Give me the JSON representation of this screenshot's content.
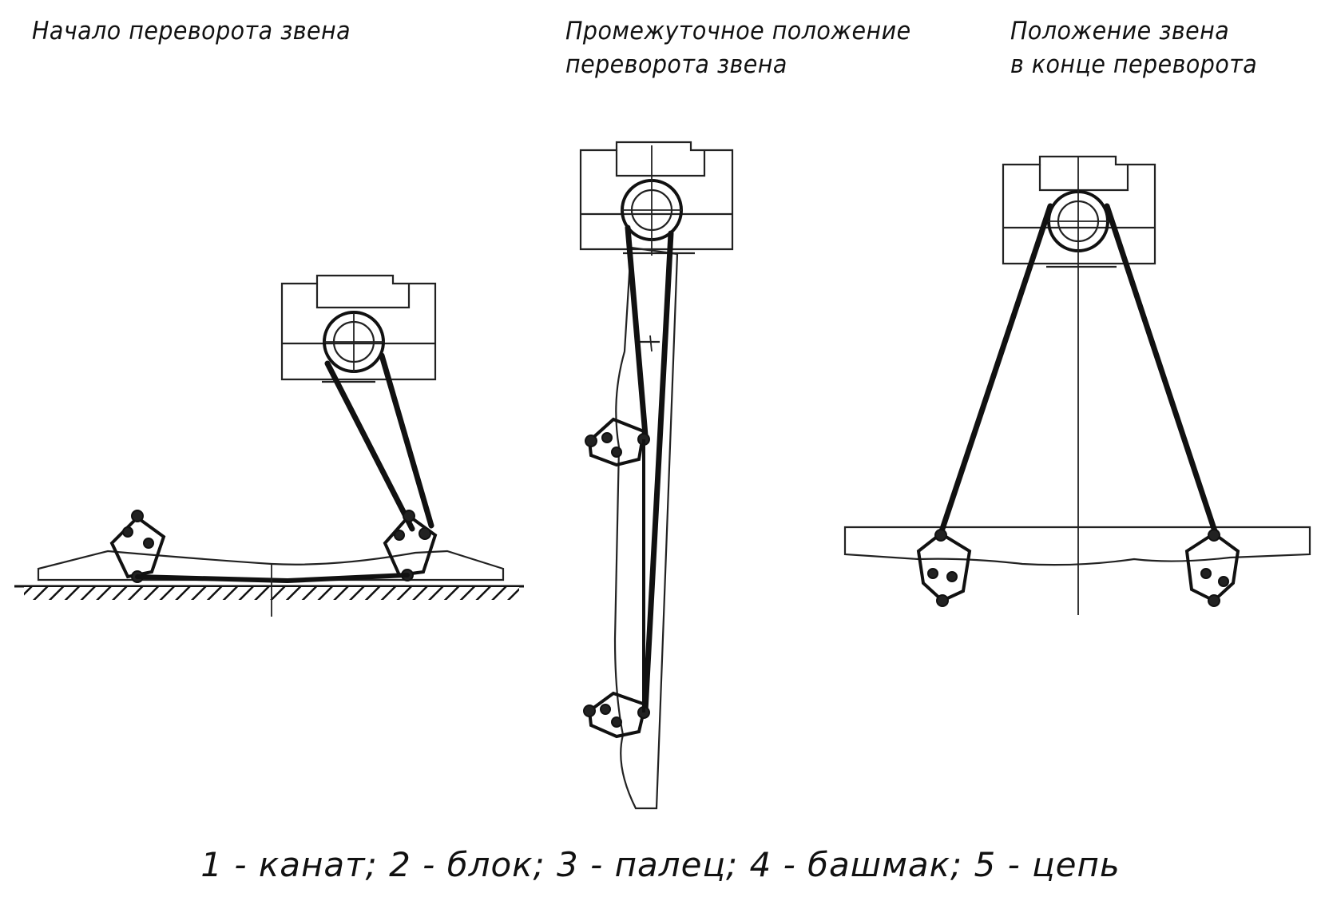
{
  "captions": {
    "start": "Начало переворота звена",
    "intermediate_line1": "Промежуточное положение",
    "intermediate_line2": "переворота звена",
    "end_line1": "Положение звена",
    "end_line2": "в конце переворота"
  },
  "legend": "1 - канат; 2 - блок; 3 - палец; 4 - башмак; 5 - цепь"
}
